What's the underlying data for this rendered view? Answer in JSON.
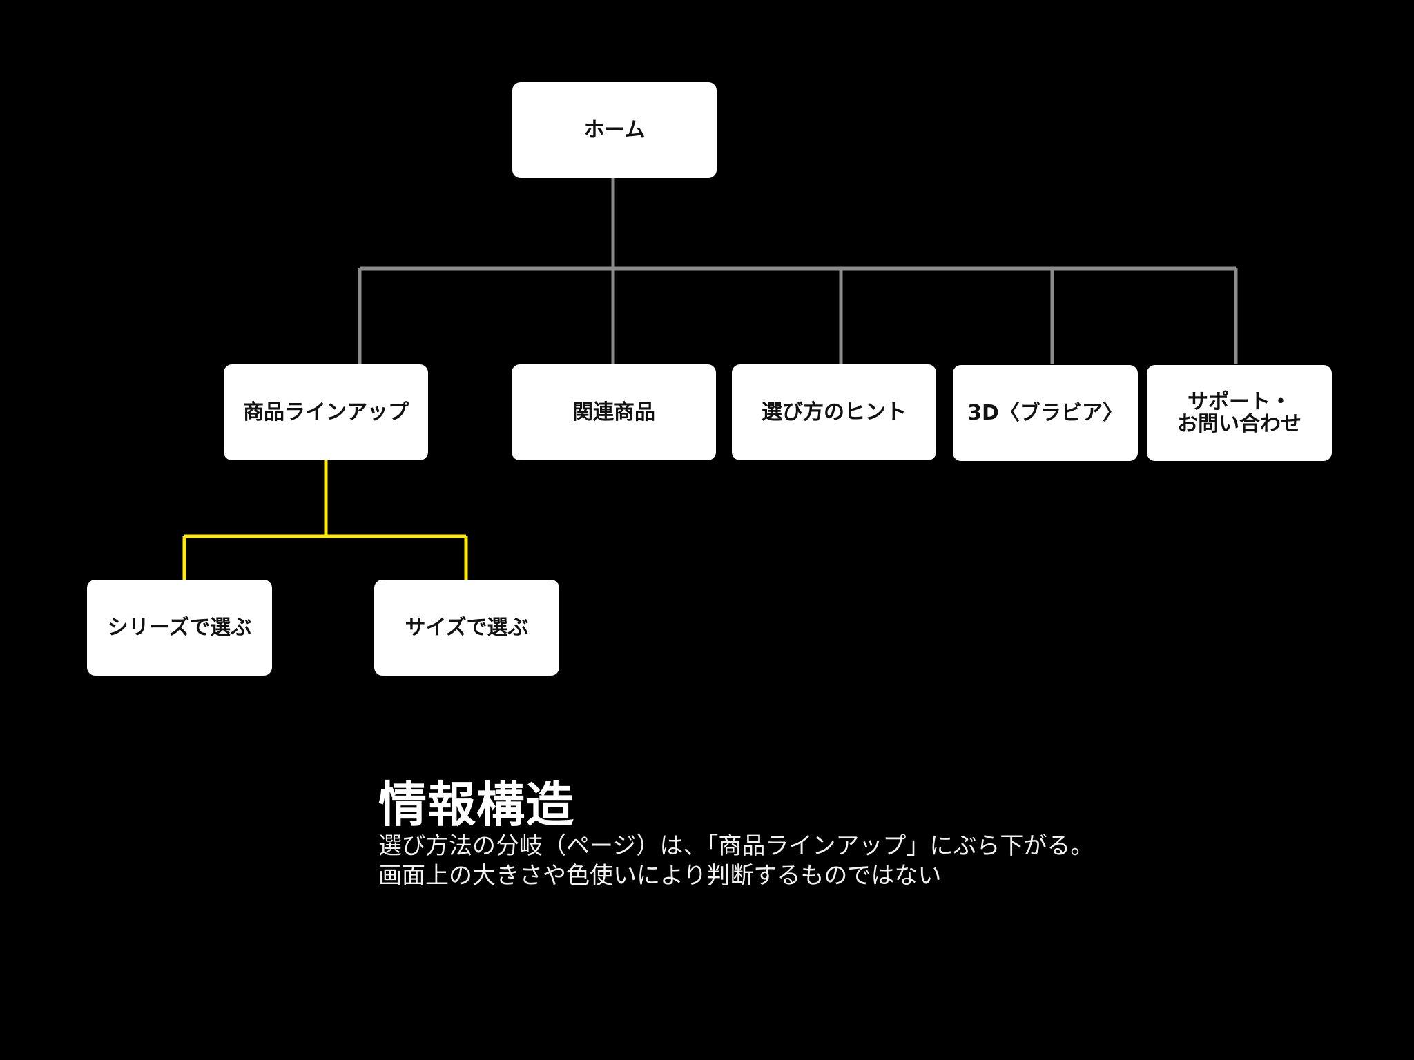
{
  "colors": {
    "background": "#000000",
    "node_fill": "#ffffff",
    "node_text": "#111111",
    "main_connector": "#8c8c8c",
    "highlight_connector": "#ffeb00",
    "caption_text": "#ffffff"
  },
  "diagram": {
    "root": {
      "label": "ホーム"
    },
    "level1": [
      {
        "label": "商品ラインアップ"
      },
      {
        "label": "関連商品"
      },
      {
        "label": "選び方のヒント"
      },
      {
        "label": "3D〈ブラビア〉"
      },
      {
        "label_line1": "サポート・",
        "label_line2": "お問い合わせ"
      }
    ],
    "level2": [
      {
        "label": "シリーズで選ぶ"
      },
      {
        "label": "サイズで選ぶ"
      }
    ]
  },
  "caption": {
    "title": "情報構造",
    "line1": "選び方法の分岐（ページ）は、「商品ラインアップ」にぶら下がる。",
    "line2": "画面上の大きさや色使いにより判断するものではない"
  }
}
